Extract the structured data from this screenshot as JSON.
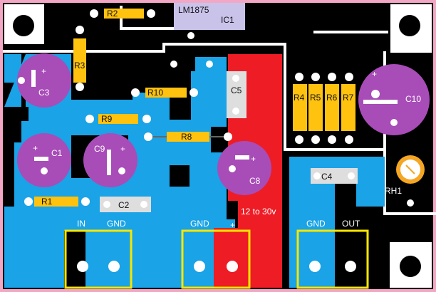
{
  "board": {
    "colors": {
      "outline": "#f2a8c4",
      "background": "#ffffff",
      "ground_plane": "#000000",
      "blue_plane": "#1aa3e6",
      "red_plane": "#ee1c25",
      "trace": "#ffffff",
      "resistor_body": "#ffc20e",
      "capacitor_body": "#a84cb8",
      "ic_body": "#c9c3ea",
      "ceramic_cap": "#dedede",
      "connector_outline": "#f7e600",
      "trimmer": "#f5a623"
    }
  },
  "ic": {
    "name": "LM1875",
    "ref": "IC1"
  },
  "resistors": {
    "r1": "R1",
    "r2": "R2",
    "r3": "R3",
    "r4": "R4",
    "r5": "R5",
    "r6": "R6",
    "r7": "R7",
    "r8": "R8",
    "r9": "R9",
    "r10": "R10"
  },
  "capacitors": {
    "c1": "C1",
    "c2": "C2",
    "c3": "C3",
    "c4": "C4",
    "c5": "C5",
    "c8": "C8",
    "c9": "C9",
    "c10": "C10"
  },
  "trimmer": {
    "ref": "RH1"
  },
  "supply_label": "12 to 30v",
  "polarity_mark": "+",
  "connectors": {
    "input": {
      "pin1": "IN",
      "pin2": "GND"
    },
    "power": {
      "pin1": "GND",
      "pin2": "+"
    },
    "output": {
      "pin1": "GND",
      "pin2": "OUT"
    }
  }
}
